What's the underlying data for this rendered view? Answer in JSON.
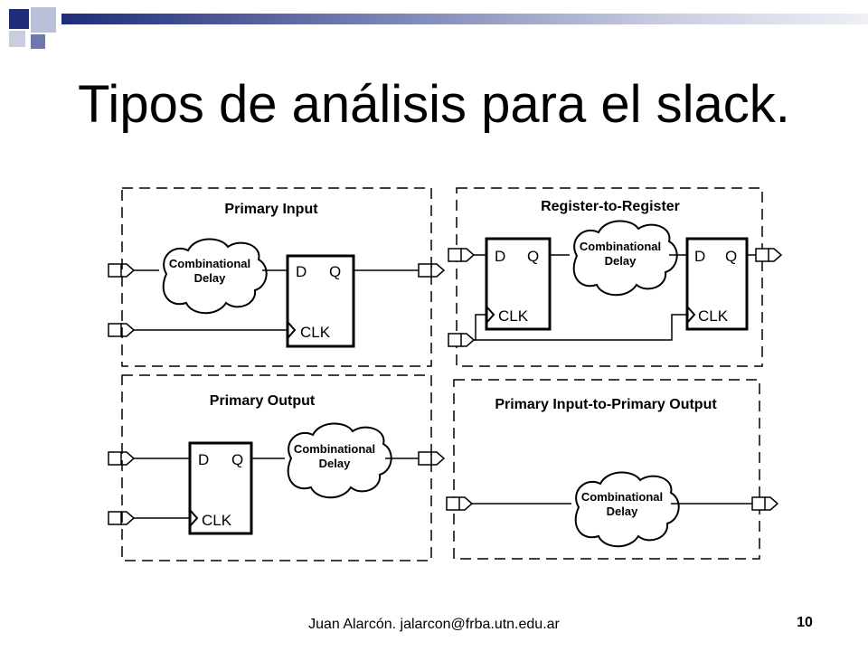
{
  "slide": {
    "title": "Tipos de análisis para el slack.",
    "footer": "Juan Alarcón. jalarcon@frba.utn.edu.ar",
    "page_number": "10"
  },
  "diagram": {
    "panels": {
      "primary_input": "Primary Input",
      "register_to_register": "Register-to-Register",
      "primary_output": "Primary Output",
      "input_to_output": "Primary Input-to-Primary Output"
    },
    "cloud_line1": "Combinational",
    "cloud_line2": "Delay",
    "ff_d": "D",
    "ff_q": "Q",
    "ff_clk": "CLK"
  },
  "colors": {
    "accent_dark": "#1f2c7a",
    "accent_mid": "#6d78ad",
    "accent_light": "#b8bfd9"
  }
}
